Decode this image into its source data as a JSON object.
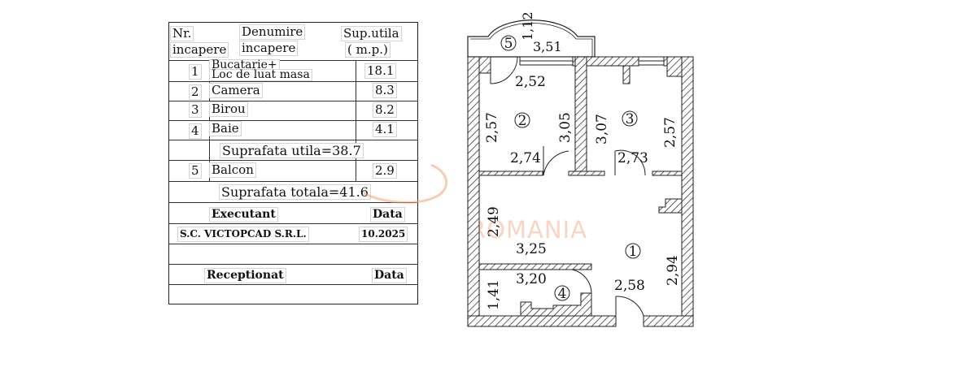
{
  "table": {
    "header": {
      "col1_line1": "Nr.",
      "col1_line2": "incapere",
      "col2_line1": "Denumire",
      "col2_line2": "incapere",
      "col3_line1": "Sup.utila",
      "col3_line2": "( m.p.)"
    },
    "rooms": [
      {
        "nr": "1",
        "name_line1": "Bucatarie+",
        "name_line2": "Loc de luat masa",
        "area": "18.1"
      },
      {
        "nr": "2",
        "name": "Camera",
        "area": "8.3"
      },
      {
        "nr": "3",
        "name": "Birou",
        "area": "8.2"
      },
      {
        "nr": "4",
        "name": "Baie",
        "area": "4.1"
      }
    ],
    "useful_total": "Suprafata  utila=38.7",
    "balcony": {
      "nr": "5",
      "name": "Balcon",
      "area": "2.9"
    },
    "grand_total": "Suprafata  totala=41.6",
    "executant_label": "Executant",
    "executant_date_label": "Data",
    "executant_name": "S.C.  VICTOPCAD  S.R.L.",
    "executant_date": "10.2025",
    "receptionat_label": "Receptionat",
    "receptionat_date_label": "Data"
  },
  "plan": {
    "room_markers": {
      "r1": "1",
      "r2": "2",
      "r3": "3",
      "r4": "4",
      "r5": "5"
    },
    "dimensions": {
      "balcony_depth": "1,12",
      "balcony_width": "3,51",
      "r2_top": "2,52",
      "r2_left": "2,57",
      "r2_right": "3,05",
      "r2_bottom": "2,74",
      "r3_left": "3,07",
      "r3_right": "2,57",
      "r3_bottom": "2,73",
      "r1_left": "2,49",
      "r1_width": "3,25",
      "r1_right": "2,94",
      "r1_bottom": "2,58",
      "r4_width": "3,20",
      "r4_height": "1,41"
    }
  },
  "watermark": {
    "text": "ROMANIA",
    "color": "#f3a078"
  }
}
